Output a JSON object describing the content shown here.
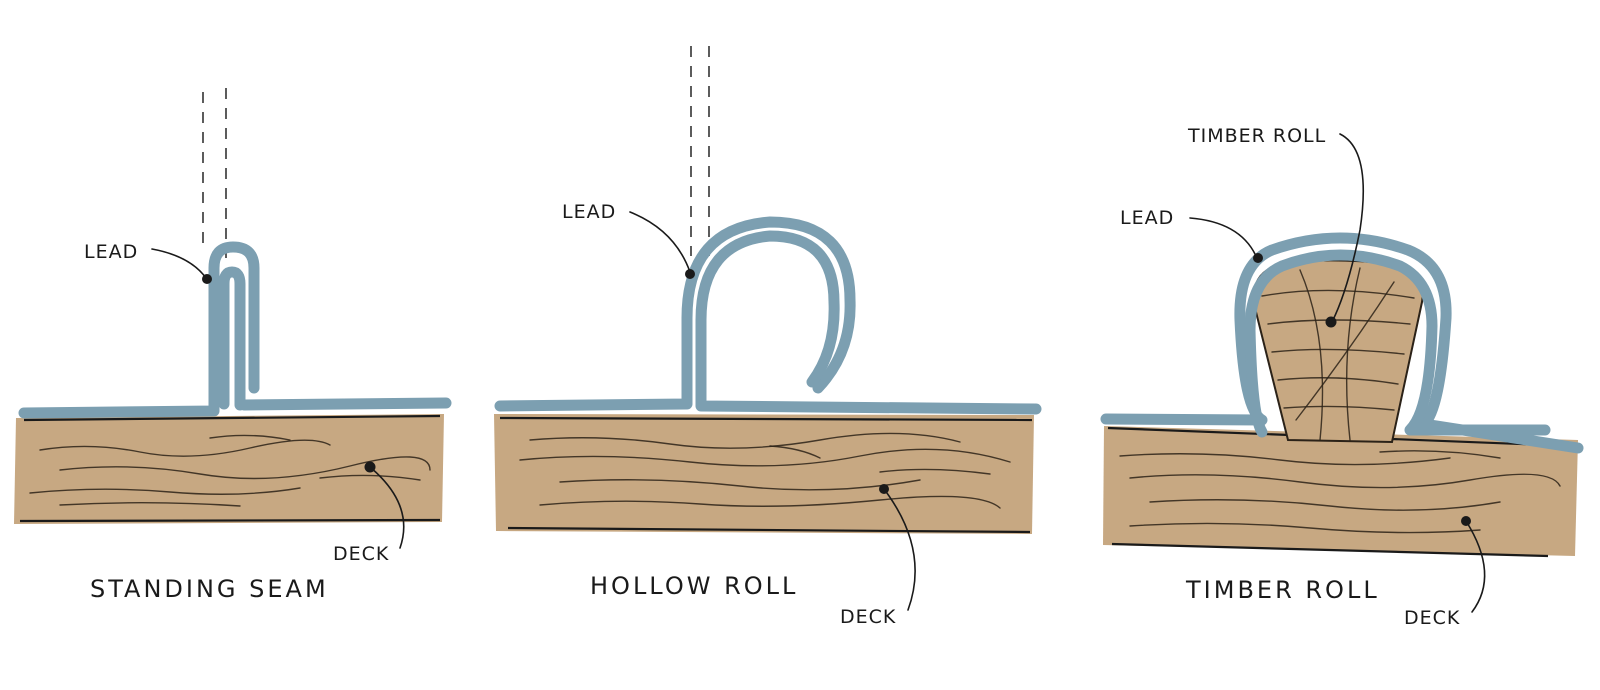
{
  "colors": {
    "lead": "#7c9fb1",
    "timber": "#c7a882",
    "ink": "#1a1a1a",
    "background": "#ffffff"
  },
  "details": [
    {
      "title": "STANDING SEAM",
      "labels": {
        "lead": "LEAD",
        "deck": "DECK"
      }
    },
    {
      "title": "HOLLOW ROLL",
      "labels": {
        "lead": "LEAD",
        "deck": "DECK"
      }
    },
    {
      "title": "TIMBER ROLL",
      "labels": {
        "roll": "TIMBER ROLL",
        "lead": "LEAD",
        "deck": "DECK"
      }
    }
  ]
}
